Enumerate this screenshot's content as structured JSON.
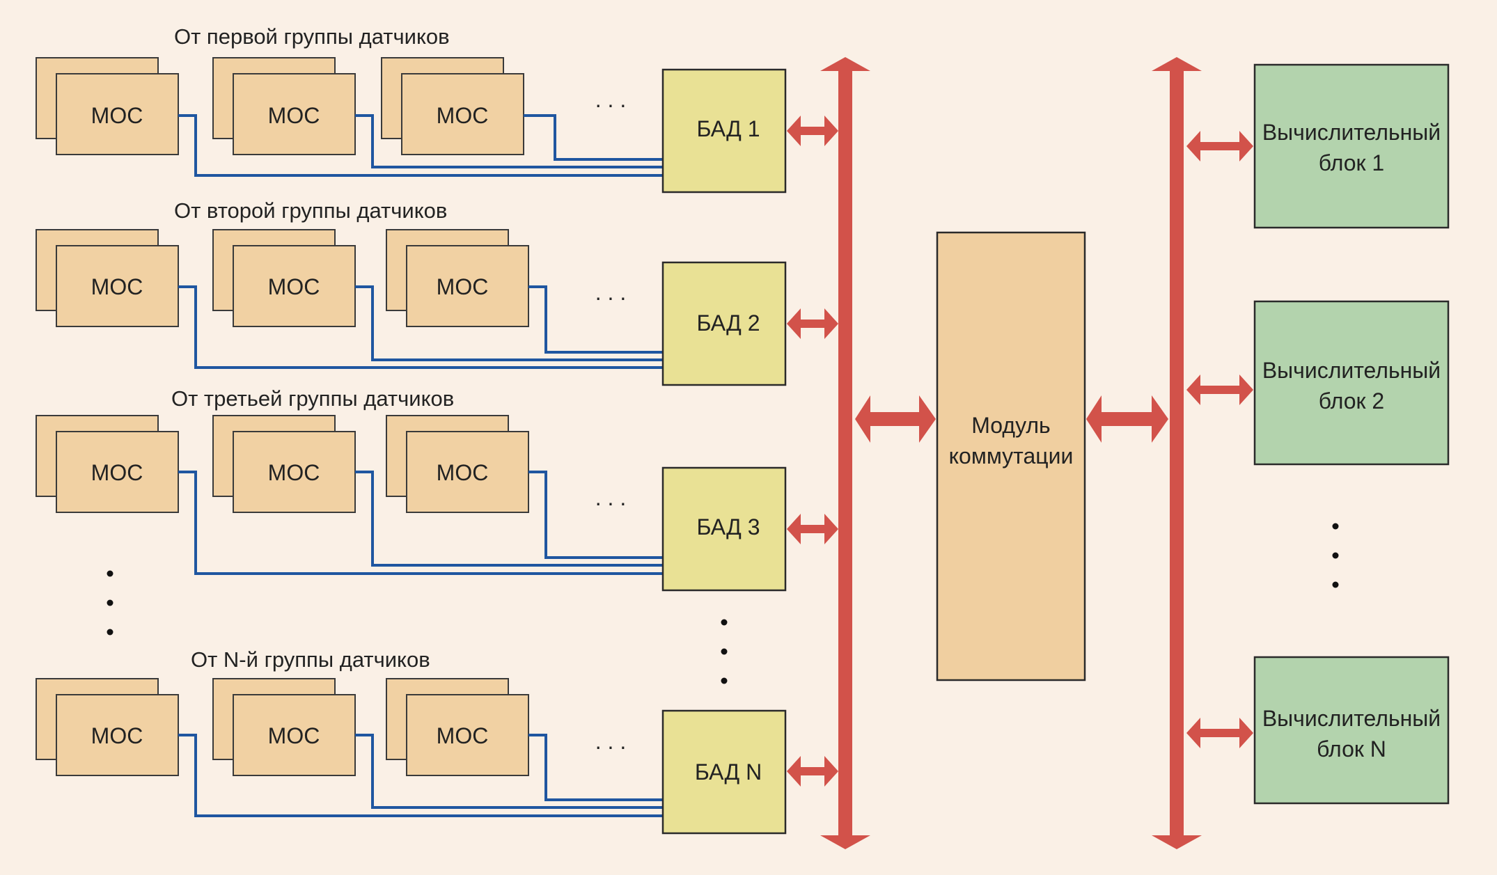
{
  "groups": [
    {
      "title": "От первой группы датчиков",
      "mos": [
        "МОС",
        "МОС",
        "МОС"
      ],
      "ellipsis": ". . .",
      "bad": "БАД 1"
    },
    {
      "title": "От второй группы датчиков",
      "mos": [
        "МОС",
        "МОС",
        "МОС"
      ],
      "ellipsis": ". . .",
      "bad": "БАД 2"
    },
    {
      "title": "От третьей группы датчиков",
      "mos": [
        "МОС",
        "МОС",
        "МОС"
      ],
      "ellipsis": ". . .",
      "bad": "БАД 3"
    },
    {
      "title": "От N-й группы датчиков",
      "mos": [
        "МОС",
        "МОС",
        "МОС"
      ],
      "ellipsis": ". . .",
      "bad": "БАД N"
    }
  ],
  "switch_module": {
    "line1": "Модуль",
    "line2": "коммутации"
  },
  "compute_blocks": [
    {
      "line1": "Вычислительный",
      "line2": "блок 1"
    },
    {
      "line1": "Вычислительный",
      "line2": "блок 2"
    },
    {
      "line1": "Вычислительный",
      "line2": "блок N"
    }
  ],
  "colors": {
    "background": "#faf0e6",
    "mos_fill": "#f1d1a3",
    "bad_fill": "#e9e195",
    "module_fill": "#f0cfa0",
    "compute_fill": "#b3d3ad",
    "bus": "#d2524a",
    "wire": "#1f56a0"
  }
}
